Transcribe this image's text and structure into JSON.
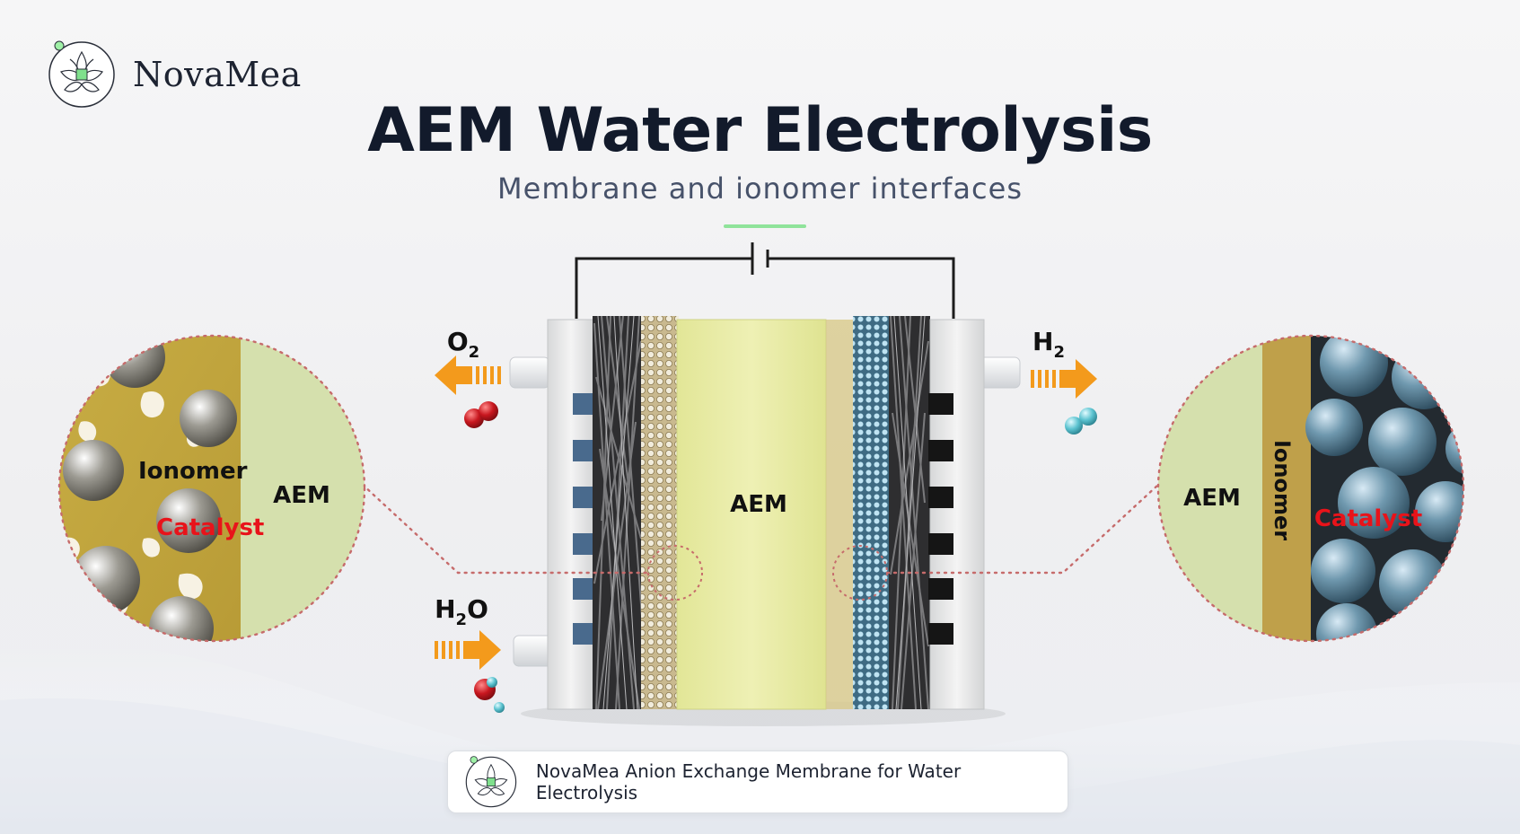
{
  "brand": {
    "name": "NovaMea"
  },
  "header": {
    "title": "AEM Water Electrolysis",
    "subtitle": "Membrane and ionomer interfaces"
  },
  "cell": {
    "center_label": "AEM",
    "outputs": {
      "anode_gas": "O",
      "anode_sub": "2",
      "cathode_gas": "H",
      "cathode_sub": "2"
    },
    "inputs": {
      "water_main": "H",
      "water_sub": "2",
      "water_tail": "O"
    }
  },
  "zoom_left": {
    "ionomer": "Ionomer",
    "catalyst": "Catalyst",
    "membrane": "AEM"
  },
  "zoom_right": {
    "membrane": "AEM",
    "ionomer": "Ionomer",
    "catalyst": "Catalyst"
  },
  "footer": {
    "text": "NovaMea Anion Exchange Membrane for Water Electrolysis"
  },
  "colors": {
    "title": "#121a2b",
    "accent_line": "#8fe39a",
    "membrane": "#e9ecaa",
    "arrow": "#f39a1c",
    "catalyst_label": "#e8131a",
    "oxygen": "#c8171f",
    "hydrogen": "#5cc3d0"
  }
}
